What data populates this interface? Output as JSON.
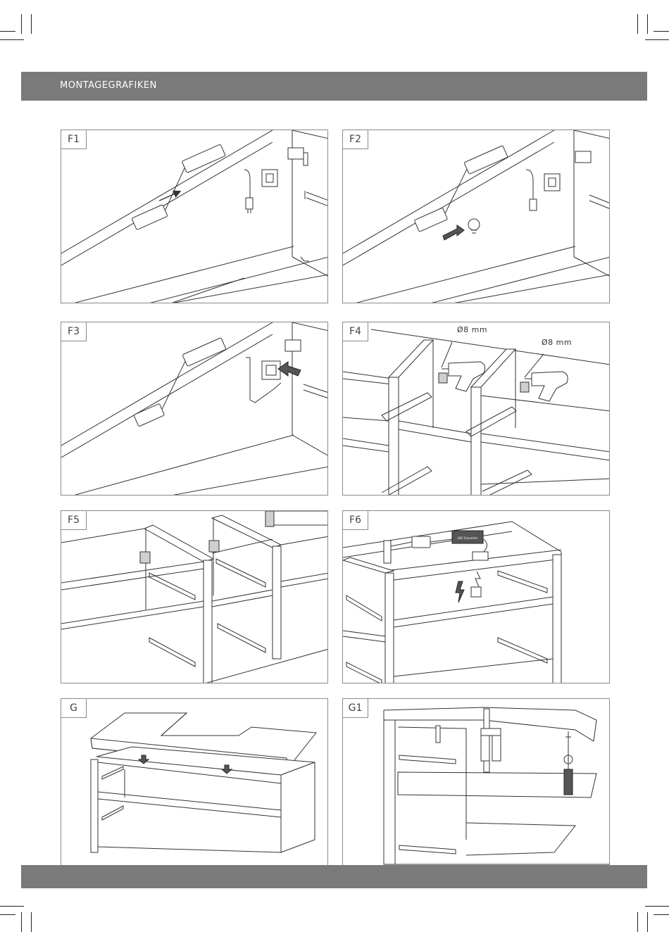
{
  "header": {
    "title": "MONTAGEGRAFIKEN"
  },
  "panels": {
    "f1": {
      "label": "F1"
    },
    "f2": {
      "label": "F2"
    },
    "f3": {
      "label": "F3"
    },
    "f4": {
      "label": "F4",
      "dim_left": "Ø8 mm",
      "dim_right": "Ø8 mm"
    },
    "f5": {
      "label": "F5"
    },
    "f6": {
      "label": "F6",
      "converter_text": "LED Converter"
    },
    "g": {
      "label": "G"
    },
    "g1": {
      "label": "G1"
    }
  },
  "colors": {
    "bar": "#7a7a7a",
    "line": "#333333",
    "frame": "#8a8a8a"
  }
}
